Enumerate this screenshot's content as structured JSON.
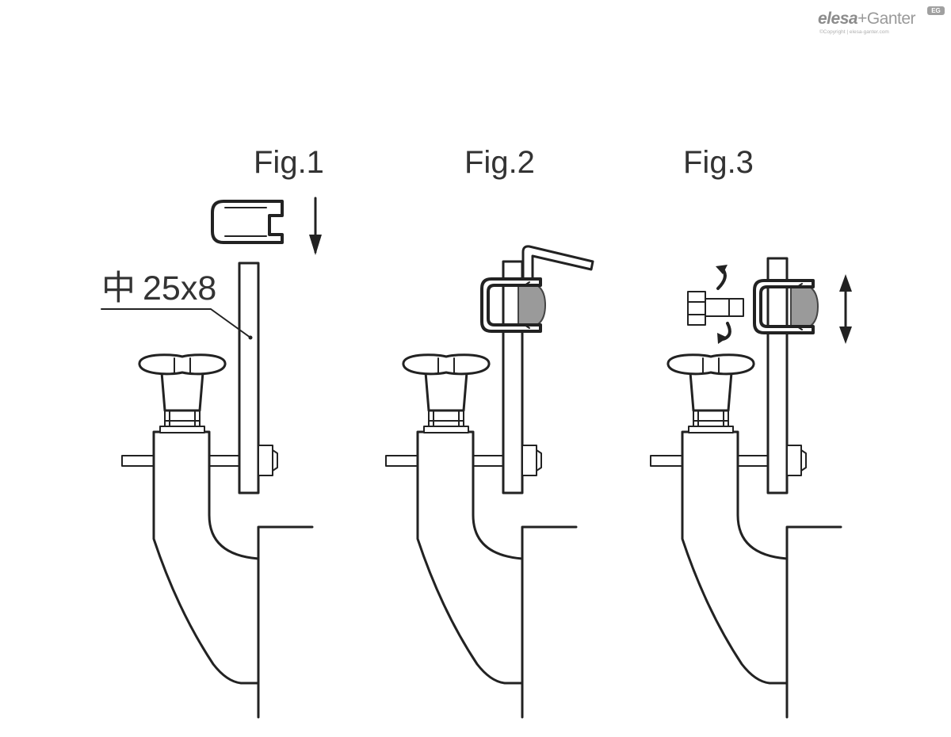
{
  "logo": {
    "brand_bold": "elesa",
    "brand_rest": "+Ganter",
    "badge": "EG",
    "copyright": "©Copyright | elesa-ganter.com"
  },
  "figures": [
    {
      "label": "Fig.1"
    },
    {
      "label": "Fig.2"
    },
    {
      "label": "Fig.3"
    }
  ],
  "dimension": {
    "symbol": "中",
    "value": "25x8"
  },
  "colors": {
    "line": "#222222",
    "pad_gray": "#9a9a9a",
    "text": "#333333"
  },
  "icons": {
    "arrow_down": "arrow-down-icon",
    "rotate": "rotate-arrows-icon",
    "vertical_double_arrow": "up-down-arrow-icon",
    "hex_key": "hex-key-icon"
  }
}
